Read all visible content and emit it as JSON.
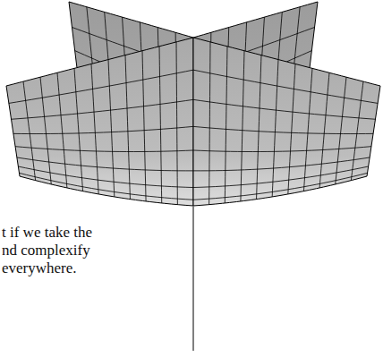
{
  "diagram": {
    "labels": [
      "t if we take the",
      "nd complexify",
      "everywhere."
    ]
  }
}
